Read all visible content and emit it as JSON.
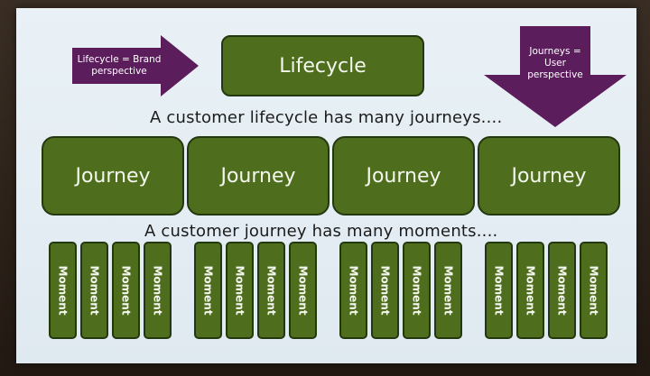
{
  "arrows": {
    "left_label_line1": "Lifecycle = Brand",
    "left_label_line2": "perspective",
    "right_label_line1": "Journeys =",
    "right_label_line2": "User",
    "right_label_line3": "perspective",
    "color": "#5b1d5c"
  },
  "lifecycle_label": "Lifecycle",
  "caption_lifecycle": "A customer lifecycle has many journeys....",
  "journeys": [
    "Journey",
    "Journey",
    "Journey",
    "Journey"
  ],
  "caption_journey": "A customer journey has many moments....",
  "moments": [
    [
      "Moment",
      "Moment",
      "Moment",
      "Moment"
    ],
    [
      "Moment",
      "Moment",
      "Moment",
      "Moment"
    ],
    [
      "Moment",
      "Moment",
      "Moment",
      "Moment"
    ],
    [
      "Moment",
      "Moment",
      "Moment",
      "Moment"
    ]
  ],
  "colors": {
    "box_fill": "#4e6e1e",
    "box_border": "#243810",
    "slide_bg": "#e6eff5"
  }
}
